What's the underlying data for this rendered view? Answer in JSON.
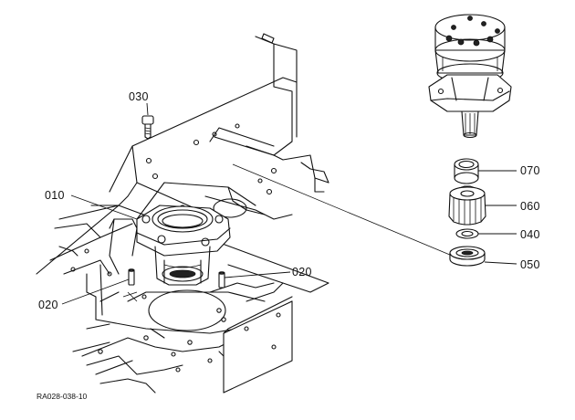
{
  "diagram": {
    "drawing_number": "RA028-038-10",
    "callouts": [
      {
        "id": "label-030",
        "text": "030"
      },
      {
        "id": "label-010",
        "text": "010"
      },
      {
        "id": "label-020-left",
        "text": "020"
      },
      {
        "id": "label-020-right",
        "text": "020"
      },
      {
        "id": "label-070",
        "text": "070"
      },
      {
        "id": "label-060",
        "text": "060"
      },
      {
        "id": "label-040",
        "text": "040"
      },
      {
        "id": "label-050",
        "text": "050"
      }
    ]
  }
}
